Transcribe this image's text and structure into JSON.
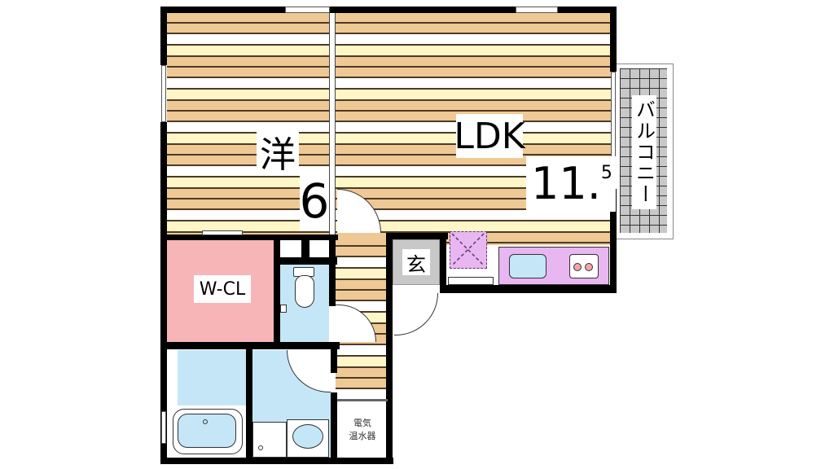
{
  "floorplan": {
    "rooms": {
      "western_room": {
        "label": "洋",
        "size": "6"
      },
      "ldk": {
        "label": "LDK",
        "size_main": "11.",
        "size_sup": "5"
      },
      "walk_in_closet": {
        "label": "W-CL"
      },
      "entrance": {
        "label": "玄"
      },
      "balcony": {
        "label": "バルコニー"
      },
      "water_heater": {
        "label_line1": "電気",
        "label_line2": "温水器"
      }
    },
    "colors": {
      "wall": "#000000",
      "floor_wood": "#efc995",
      "floor_light": "#fff6c8",
      "wcl": "#f7b5b8",
      "wet_area": "#c5e6f7",
      "kitchen": "#e8b6f0",
      "entrance": "#c8c8c8",
      "balcony_tile": "#c8c8c8"
    }
  }
}
